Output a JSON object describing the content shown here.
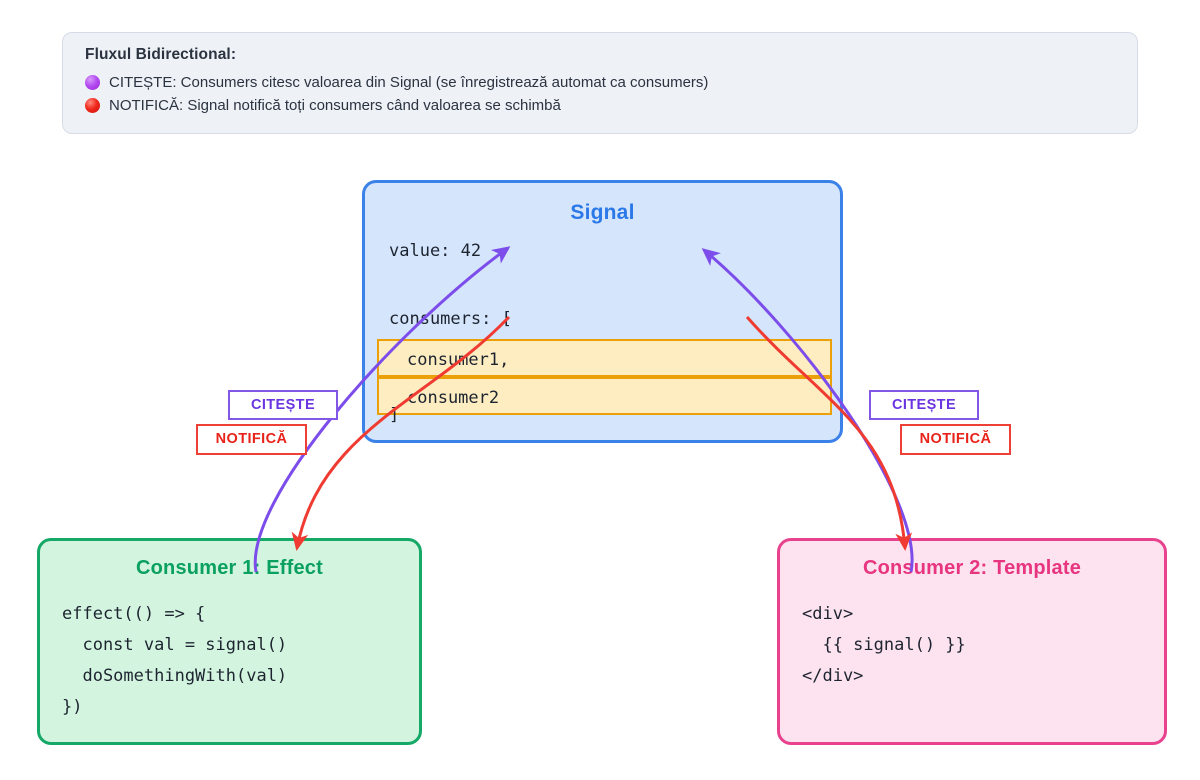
{
  "legend": {
    "title": "Fluxul Bidirectional:",
    "items": [
      {
        "icon": "purple-dot-icon",
        "color": "#b44ef0",
        "text": "CITEȘTE: Consumers citesc valoarea din Signal (se înregistrează automat ca consumers)"
      },
      {
        "icon": "red-dot-icon",
        "color": "#f02a1e",
        "text": "NOTIFICĂ: Signal notifică toți consumers când valoarea se schimbă"
      }
    ]
  },
  "signal": {
    "title": "Signal",
    "value_line": "value: 42",
    "consumers_open": "consumers: [",
    "consumers_close": "]",
    "consumer_entries": [
      "consumer1,",
      "consumer2"
    ],
    "border_color": "#3b82e8",
    "fill_color": "#d5e5fb",
    "highlight_fill": "#fdedc0",
    "highlight_border": "#eb9f08"
  },
  "consumers": [
    {
      "title": "Consumer 1: Effect",
      "code": "effect(() => {\n  const val = signal()\n  doSomethingWith(val)\n})",
      "border_color": "#15a866",
      "fill_color": "#d3f5e0",
      "title_color": "#0aa05f"
    },
    {
      "title": "Consumer 2: Template",
      "code": "<div>\n  {{ signal() }}\n</div>",
      "border_color": "#e8428e",
      "fill_color": "#fce3ef",
      "title_color": "#e8357f"
    }
  ],
  "edge_labels": {
    "reads": "CITEȘTE",
    "notifies": "NOTIFICĂ",
    "reads_color": "#6a35e0",
    "notifies_color": "#e8231a"
  },
  "arrows": [
    {
      "name": "consumer1-reads-signal",
      "kind": "reads",
      "color": "#7c4dea",
      "from": "consumer-1",
      "to": "signal-value"
    },
    {
      "name": "signal-notifies-consumer1",
      "kind": "notifies",
      "color": "#ef3b32",
      "from": "signal-consumers",
      "to": "consumer-1"
    },
    {
      "name": "consumer2-reads-signal",
      "kind": "reads",
      "color": "#7c4dea",
      "from": "consumer-2",
      "to": "signal-value"
    },
    {
      "name": "signal-notifies-consumer2",
      "kind": "notifies",
      "color": "#ef3b32",
      "from": "signal-consumers",
      "to": "consumer-2"
    }
  ]
}
